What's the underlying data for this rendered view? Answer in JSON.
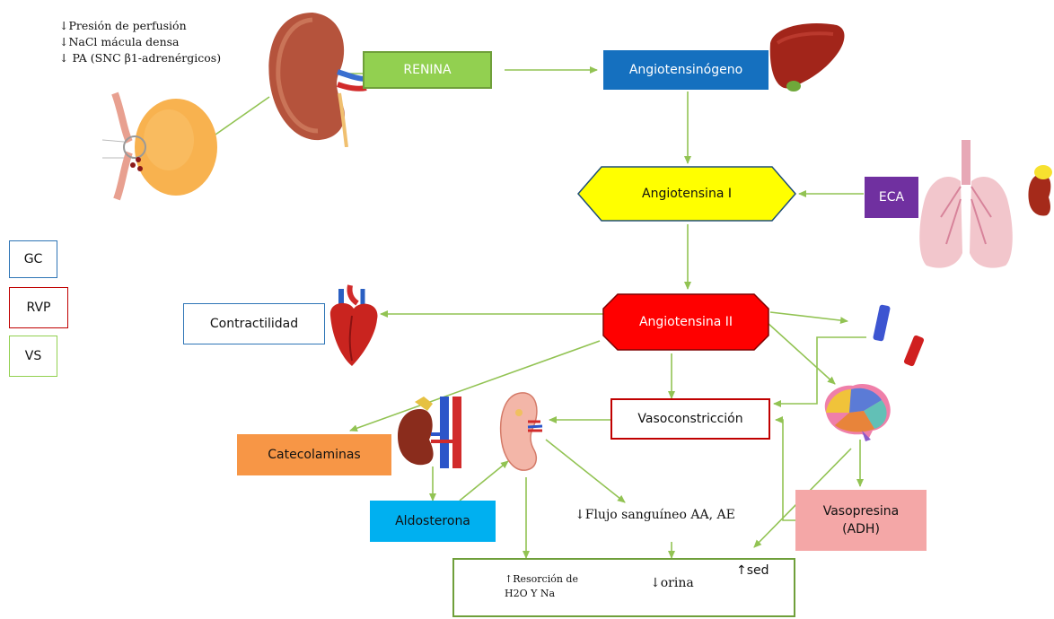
{
  "stimuli": {
    "line1": "↓Presión de perfusión",
    "line2": "↓NaCl mácula densa",
    "line3": "↓ PA  (SNC β1-adrenérgicos)"
  },
  "nodes": {
    "renina": "RENINA",
    "angiotensinogeno": "Angiotensinógeno",
    "angiotensina1": "Angiotensina I",
    "eca": "ECA",
    "angiotensina2": "Angiotensina II",
    "contractilidad": "Contractilidad",
    "vasoconstriccion": "Vasoconstricción",
    "catecolaminas": "Catecolaminas",
    "aldosterona": "Aldosterona",
    "flujo": "↓Flujo sanguíneo AA, AE",
    "vasopresina": "Vasopresina (ADH)",
    "resorcion_1": "↑Resorción de",
    "resorcion_2": "H2O Y Na",
    "orina": "↓orina",
    "sed": "↑sed"
  },
  "legend": {
    "gc": "GC",
    "rvp": "RVP",
    "vs": "VS"
  },
  "colors": {
    "arrow": "#92c353",
    "renina_fill": "#92d050",
    "angiotensinogeno_fill": "#1570bf",
    "angiotensina1_fill": "#ffff00",
    "eca_fill": "#7030a0",
    "angiotensina2_fill": "#ff0000",
    "catecolaminas_fill": "#f79646",
    "aldosterona_fill": "#00b0f0",
    "vasopresina_fill": "#f4a7a7",
    "gc_border": "#2e75b6",
    "rvp_border": "#c00000",
    "vs_border": "#92d050"
  },
  "icons": [
    "kidney-icon",
    "juxtaglomerular-diagram-icon",
    "liver-icon",
    "lungs-icon",
    "heart-icon",
    "adrenal-kidney-icon",
    "small-kidney-icon",
    "brain-icon",
    "vessels-icon"
  ]
}
